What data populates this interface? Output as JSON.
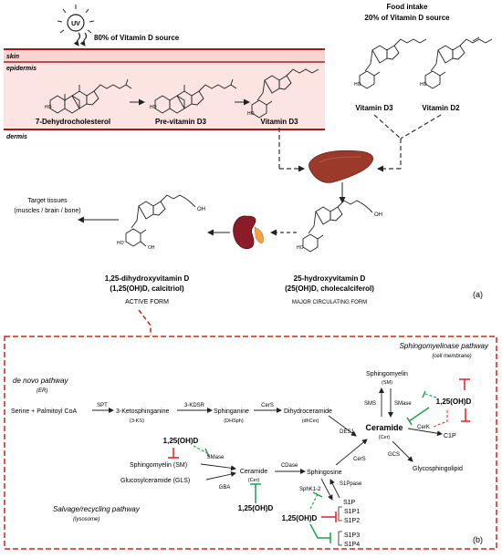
{
  "panel_a": {
    "uv_label": "UV",
    "uv_source": "80% of Vitamin D source",
    "food_intake": "Food intake",
    "food_source": "20% of Vitamin D source",
    "skin": "skin",
    "epidermis": "epidermis",
    "dermis": "dermis",
    "dehydrocholesterol": "7-Dehydrocholesterol",
    "previtamin": "Pre-vitamin D3",
    "vitamin_d3_skin": "Vitamin D3",
    "vitamin_d3_food": "Vitamin D3",
    "vitamin_d2_food": "Vitamin D2",
    "target_tissues": "Target tissues",
    "target_list": "(muscles / brain / bone)",
    "calcitriol_1": "1,25-dihydroxyvitamin D",
    "calcitriol_2": "(1,25(OH)D, calcitriol)",
    "active_form": "ACTIVE FORM",
    "calcidiol_1": "25-hydroxyvitamin D",
    "calcidiol_2": "(25(OH)D, cholecalciferol)",
    "circulating_form": "MAJOR CIRCULATING FORM",
    "oh": "OH",
    "ho": "HO",
    "ho_prime": "HO'",
    "label": "(a)"
  },
  "panel_b": {
    "sphingomyelinase_pathway": "Sphingomyelinase pathway",
    "cell_membrane": "(cell membrane)",
    "de_novo": "de novo pathway",
    "er": "(ER)",
    "serine": "Serine + Palmitoyl CoA",
    "spt": "SPT",
    "ketosphinganine": "3-Ketosphinganine",
    "ks_abbr": "(3-KS)",
    "kdsr": "3-KDSR",
    "sphinganine": "Sphinganine",
    "dhsph_abbr": "(DHSph)",
    "cers_1": "CerS",
    "dihydroceramide": "Dihydroceramide",
    "dhcer_abbr": "(dhCer)",
    "des1": "DES1",
    "sphingomyelin_top": "Sphingomyelin",
    "sm_abbr_top": "(SM)",
    "sms": "SMS",
    "smase_top": "SMase",
    "vitd_top": "1,25(OH)D",
    "ceramide_main": "Ceramide",
    "cer_abbr_main": "(Cer)",
    "cerk": "CerK",
    "c1p": "C1P",
    "gcs": "GCS",
    "glycosphingolipid": "Glycosphingolipid",
    "vitd_left": "1,25(OH)D",
    "smase_left": "SMase",
    "sphingomyelin_left": "Sphingomyelin (SM)",
    "glucosylceramide": "Glucosylceramide (GLS)",
    "gba": "GBA",
    "ceramide_salvage": "Ceramide",
    "cer_abbr_salvage": "(Cer)",
    "cdase": "CDase",
    "sphingosine": "Sphingosine",
    "cers_2": "CerS",
    "s1ppase": "S1Ppase",
    "vitd_bottom_left": "1,25(OH)D",
    "salvage": "Salvage/recycling pathway",
    "lysosome": "(lysosome)",
    "sphk": "SphK1-2",
    "s1p": "S1P",
    "s1p1": "S1P1",
    "s1p2": "S1P2",
    "s1p3": "S1P3",
    "s1p4": "S1P4",
    "vitd_s1p": "1,25(OH)D",
    "label": "(b)"
  },
  "colors": {
    "red_dash": "#d42020",
    "inhibit_red": "#e02020",
    "inhibit_green": "#1aa34a",
    "skin_band": "#f6c9c4",
    "dermis_band": "#fde6e3",
    "skin_line": "#a51616",
    "liver": "#9b3a2a",
    "kidney": "#8a1c2a",
    "adrenal": "#f2a34a"
  }
}
